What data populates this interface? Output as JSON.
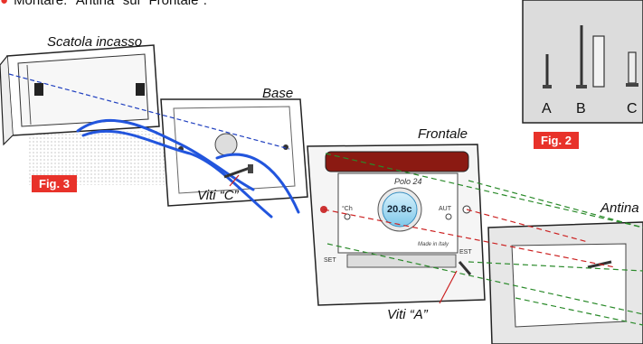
{
  "header": {
    "text": "Montare: \"Antina\" sul \"Frontale\"."
  },
  "labels": {
    "scatola": "Scatola incasso",
    "base": "Base",
    "frontale": "Frontale",
    "antina": "Antina",
    "viti_c": "Viti “C”",
    "viti_a": "Viti “A”"
  },
  "figs": {
    "fig2": "Fig. 2",
    "fig3": "Fig. 3"
  },
  "fig2_letters": [
    "A",
    "B",
    "C"
  ],
  "device": {
    "brand": "Polo 24",
    "display": "20.8c",
    "ch": "°Ch",
    "aut": "AUT",
    "set": "SET",
    "est": "EST",
    "made_in": "Made in Italy"
  },
  "colors": {
    "red_line": "#cc2222",
    "green_line": "#2a8a2a",
    "blue_line": "#1f3fbf",
    "wire": "#2255dd"
  }
}
